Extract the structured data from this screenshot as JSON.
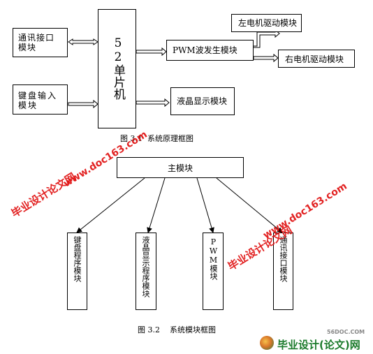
{
  "figure1": {
    "comm_module": "通讯接口\n模块",
    "keyboard_module": "键盘输入\n模块",
    "mcu": "52单片机",
    "pwm_module": "PWM波发生模块",
    "left_motor": "左电机驱动模块",
    "right_motor": "右电机驱动模块",
    "lcd_module": "液晶显示模块",
    "caption": "图 3.1  系统原理框图"
  },
  "figure2": {
    "main_module": "主模块",
    "children": [
      "键盘程序模块",
      "液晶显示程序模块",
      "PWM模块",
      "通讯接口模块"
    ],
    "caption": "图 3.2    系统模块框图"
  },
  "watermarks": {
    "site_name": "毕业设计论文网",
    "site_url": "www.doc163.com"
  },
  "logo": {
    "small_text": "56DOC.COM",
    "main_text": "毕业设计(论文)网"
  },
  "colors": {
    "watermark": "#e01010",
    "logo_green": "#1a7a2a",
    "logo_gray": "#888888"
  }
}
